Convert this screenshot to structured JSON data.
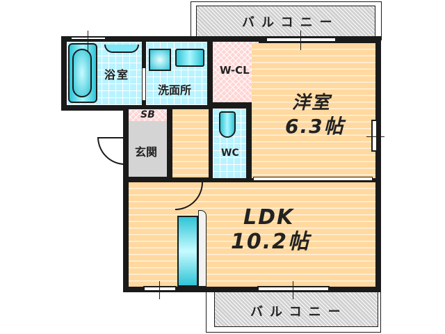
{
  "floorplan": {
    "rooms": {
      "bathroom": {
        "label": "浴室"
      },
      "washroom": {
        "label": "洗面所"
      },
      "walk_in_closet": {
        "label": "W-CL"
      },
      "western_room": {
        "label": "洋室",
        "size": "6.3帖"
      },
      "shoe_box": {
        "label": "SB"
      },
      "entrance": {
        "label": "玄関"
      },
      "toilet": {
        "label": "WC"
      },
      "ldk": {
        "label": "LDK",
        "size": "10.2帖"
      },
      "balcony_top": {
        "label": "バルコニー"
      },
      "balcony_bottom": {
        "label": "バルコニー"
      }
    },
    "colors": {
      "wall": "#1a1a1a",
      "wood_floor": "#ffd9a0",
      "wet_area_tile": "#b9f3ff",
      "closet": "#ffd5d5",
      "entrance_floor": "#d4d4d4",
      "balcony": "#d0d0d0",
      "fixture": "#2fc4d6"
    }
  }
}
